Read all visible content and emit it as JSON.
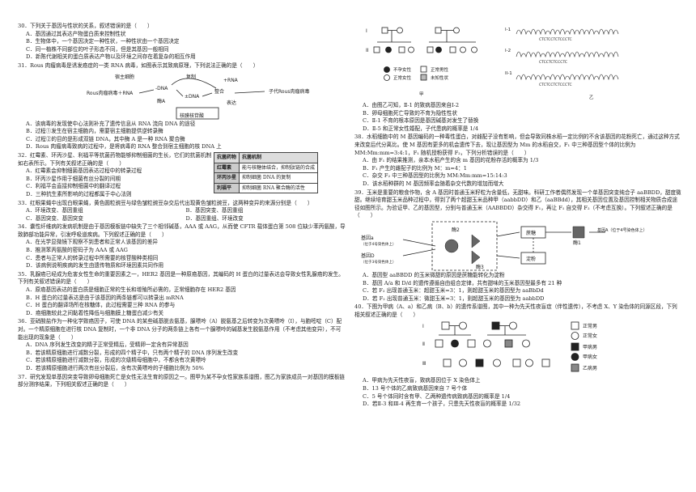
{
  "q30": {
    "stem": "30．下列关于基因与性状的关系，叙述错误的是（　　）",
    "opts": [
      "A．基因通过其表达产物蛋白质来控制性状",
      "B．生物体中，一个基因决定一种性状，一种性状由一个基因决定",
      "C．同一植株不同部位的叶子形态不同，但是其基因一般相同",
      "D．新陈代谢相关的蛋白质表达产物以及环境之间存在着复杂的相互作用"
    ]
  },
  "q31": {
    "stem": "31．Rous 肉瘤病毒是诱发癌症的一类 RNA 病毒，如图表示其致病原理，下列说法正确的是（　　）",
    "fig": {
      "host": "宿主细胞",
      "virus": "Rous肉瘤病毒＋RNA",
      "rna1": "+RNA",
      "dna1": "-DNA",
      "dna2": "±DNA",
      "fuse": "整合",
      "copy": "复制",
      "express": "表达",
      "enzyme": "酶A",
      "intdna": "±整DNA",
      "nucleus": "核膜核苷酸",
      "child": "子代Rous肉瘤病毒"
    },
    "opts": [
      "A．该病毒的发现使中心法则补充了遗传信息从 RNA 流向 DNA 的途径",
      "B．过程①发生在宿主细胞内，需要宿主细胞提供逆转录酶",
      "C．过程②的目的是形成双链 DNA，其中酶 A 是一种 RNA 聚合酶",
      "D．Rous 肉瘤病毒致病的过程中，是将病毒的 RNA 整合到宿主细胞的核 DNA 上"
    ]
  },
  "q32": {
    "stem": "32．红霉素、环丙沙星、利福平等抗菌药物能够抑制细菌的生长，它们的抗菌机制如右表所示。下列有关叙述正确的是（　　）",
    "table": [
      [
        "抗菌药物",
        "抗菌机制"
      ],
      [
        "红霉素",
        "能与核糖体结合，抑制肽链的合成"
      ],
      [
        "环丙沙星",
        "抑制细菌 DNA 的复制"
      ],
      [
        "利福平",
        "抑制细菌 RNA 聚合酶的活性"
      ]
    ],
    "opts": [
      "A．红霉素会抑制细菌基因表达过程中的转录过程",
      "B．环丙沙星作用于细菌有丝分裂的间期",
      "C．利福平会直接抑制细菌中的翻译过程",
      "D．三种抗生素所影响的过程都属于中心法则"
    ]
  },
  "q33": {
    "stem": "33．红眼果蝇中出现白眼果蝇，黄色圆粒豌豆与绿色皱粒豌豆杂交后代出现黄色皱粒豌豆，这两种变异的来源分别是（　　）",
    "opts": [
      "A．环境改变、基因重组",
      "B．基因突变、基因重组",
      "C．基因突变、基因突变",
      "D．基因重组、环境改变"
    ]
  },
  "q34": {
    "stem": "34．囊性纤维病的发病机制是由于基因模板链中缺失了三个相邻碱基，AAA 或 AAG，从而使 CFTR 载体蛋白第 508 位缺少苯丙氨酸，导致肺部功能异常，引发呼吸道疾病。下列叙述正确的是（　　）",
    "opts": [
      "A．在光学显微镜下观察不到患者和正常人该基因的差异",
      "B．推测苯丙氨酸的密码子为 AAA 或 AAG",
      "C．患者与正常人的转录过程中所需要的核苷酸种类相同",
      "D．该病例说明疾病的发生由遗传物质和环境因素共同作用"
    ]
  },
  "q35": {
    "stem": "35．乳腺癌已经成为危害女性生命的重要因素之一，HER2 基因是一种原癌基因，其编码的 H 蛋白的过量表达会导致女性乳腺癌的发生。下列有关叙述错误的是（　　）",
    "opts": [
      "A．原癌基因表达的蛋白质是细胞正常的生长和增殖所必需的，正常细胞存在 HER2 基因",
      "B．H 蛋白的过量表达是由于该基因的两条链都可以转录出 mRNA",
      "C．H 蛋白的翻译场所在核糖体，此过程需要三种 RNA 的参与",
      "D．癌细胞较此之间黏着性降低与细胞膜上糖蛋白减少有关"
    ]
  },
  "q36": {
    "stem": "36．亚硝酸盐作为一种化学致癌因子，可使 DNA 的某些碱基脱去氨基，腺嘌呤（A）脱氨基之后转变为次黄嘌呤（I），与胞嘧啶（C）配对。一个精原细胞在进行核 DNA 复制时，一个非 DNA 分子的两条链上各有一个腺嘌呤的碱基发生脱氨基作用（不考虑其他变异），不可能出现的现象是（　　）",
    "opts": [
      "A．DNA 序列发生改变的精子正常受精后，受精卵一定含有异常基因",
      "B．若该精原细胞进行减数分裂，形成的四个精子中，只有两个精子的 DNA 序列发生改变",
      "C．若该精原细胞进行减数分裂，形成的次级精母细胞中，不都含有次黄嘌呤",
      "D．若该精原细胞进行两次有丝分裂后，含有次黄嘌呤的子细胞比例为 50%"
    ]
  },
  "q37": {
    "stem": "37．研究发现单基因突变导致卵母细胞死亡是女性无法生育的原因之一。图甲为某不孕女性家族系谱图，图乙为家族成员一对基因的模板链部分测序结果，下列相关叙述正确的是（　　）",
    "legend": [
      "不孕女性",
      "正常男性",
      "正常女性",
      "未知性状"
    ],
    "gen": [
      "I",
      "II"
    ],
    "seq_labels": [
      "I-1",
      "I-2",
      "II-1"
    ],
    "seq_a": "CTCTCCTCTCCCTC",
    "seq_b": "CTCCTCTCCCTC",
    "caption_a": "甲",
    "caption_b": "乙",
    "opts": [
      "A．由图乙可知，Ⅱ-1 的致病基因来自Ⅰ-2",
      "B．卵母细胞死亡导致的不育为隐性性状",
      "C．Ⅱ-1 不育的根本原因是基因碱基对发生了替换",
      "D．Ⅱ-5 和正常女性婚配，子代患病的概率是 1/4"
    ]
  },
  "q38": {
    "stem": "38．水稻细胞中的 M 基因编码的一种毒性蛋白，对雌配子没有影响，但会导致同株水稻一定比例的不含该基因的花粉死亡，通过这种方式来改变后代分离比。使 M 基因有更多的机会遗传下去，现让基因型为 Mm 的水稻自交，F₁ 中三种基因型个体的比例为 MM:Mm:mm=3:4:1，F₁ 随机授粉获得 F₂，下列分析错误的是（　　）",
    "opts": [
      "A．由 F₁ 的结果推测，亲本水稻产生的含 m 基因的花粉存活的概率为 1/3",
      "B．F₁ 产生的雌配子的比例为 M：m=4：1",
      "C．杂交 F₂ 中三种基因型的比例为 MM:Mm:mm=15:14:3",
      "D．该水稻种群的 M 基因频率会随着杂交代数的增加而增大"
    ]
  },
  "q39": {
    "stem": "39．玉米是重要的粮食作物，含 A 基因时普通玉米籽粒为含量低，无甜味。科研工作者偶然发现一个单基因突变纯合子 aaBBDD，甜度微甜。继续培育甜玉米品种过程中，得到了两个超甜玉米品种甲（aabbDD）和乙（aaBBdd），其相关基因位置及基因控制相关物质合成途径如图所示。为验证甲、乙的基因型，分别与普通玉米（AABBDD）杂交得 F₁，再让 F₁ 自交得 F₂（不考虑互换）。下列叙述正确的是（　　）",
    "fig": {
      "genea": "基因a",
      "geneb": "基因B",
      "gened": "基因D",
      "enz1": "酶1",
      "enz2": "酶2",
      "enz3": "酶3",
      "starch": "淀粉",
      "sucrose": "蔗糖",
      "genea_loc": "（位于4号染色体上）",
      "geneb_loc": "（位于3号染色体上）",
      "gened_loc": "基因A（位于4号染色体上）"
    },
    "opts": [
      "A．基因型 aaBBDD 的玉米微甜的原因是蔗糖能转化为淀粉",
      "B．基因 A/a 和 D/d 的遗传遵循自由组合定律，共有甜味的玉米基因型最多有 21 种",
      "C．若 F₂ 出现普通玉米：超甜玉米=3：1，则超甜玉米的基因型为 aaBbDd",
      "D．若 F₂ 出现普通玉米：微甜玉米=3：1，则超甜玉米的基因型为 aabbDD"
    ]
  },
  "q40": {
    "stem": "40．下图为甲病（A、a）和乙病（B、b）的遗传系谱图，其中一种为先天性夜盲症（伴性遗传），不考虑 X、Y 染色体的同源区段，下列相关叙述正确的是（　　）",
    "legend": [
      "正常男",
      "正常女",
      "甲病男",
      "甲病女",
      "乙病男"
    ],
    "gen": [
      "Ⅰ",
      "Ⅱ",
      "Ⅲ"
    ],
    "opts": [
      "A．甲病为先天性夜盲，致病基因位于 X 染色体上",
      "B．13 号个体的乙病致病基因来自 7 号个体",
      "C．5 号个体同时含有甲、乙两种遗传病致病基因的概率是 1/4",
      "D．若Ⅱ-3 和Ⅲ-4 再生育一个孩子，只患先天性夜盲的概率是 1/32"
    ]
  },
  "icons": [
    "enzyme-icon",
    "pedigree-symbols"
  ],
  "colors": {
    "text": "#222222",
    "accent": "#000000"
  }
}
